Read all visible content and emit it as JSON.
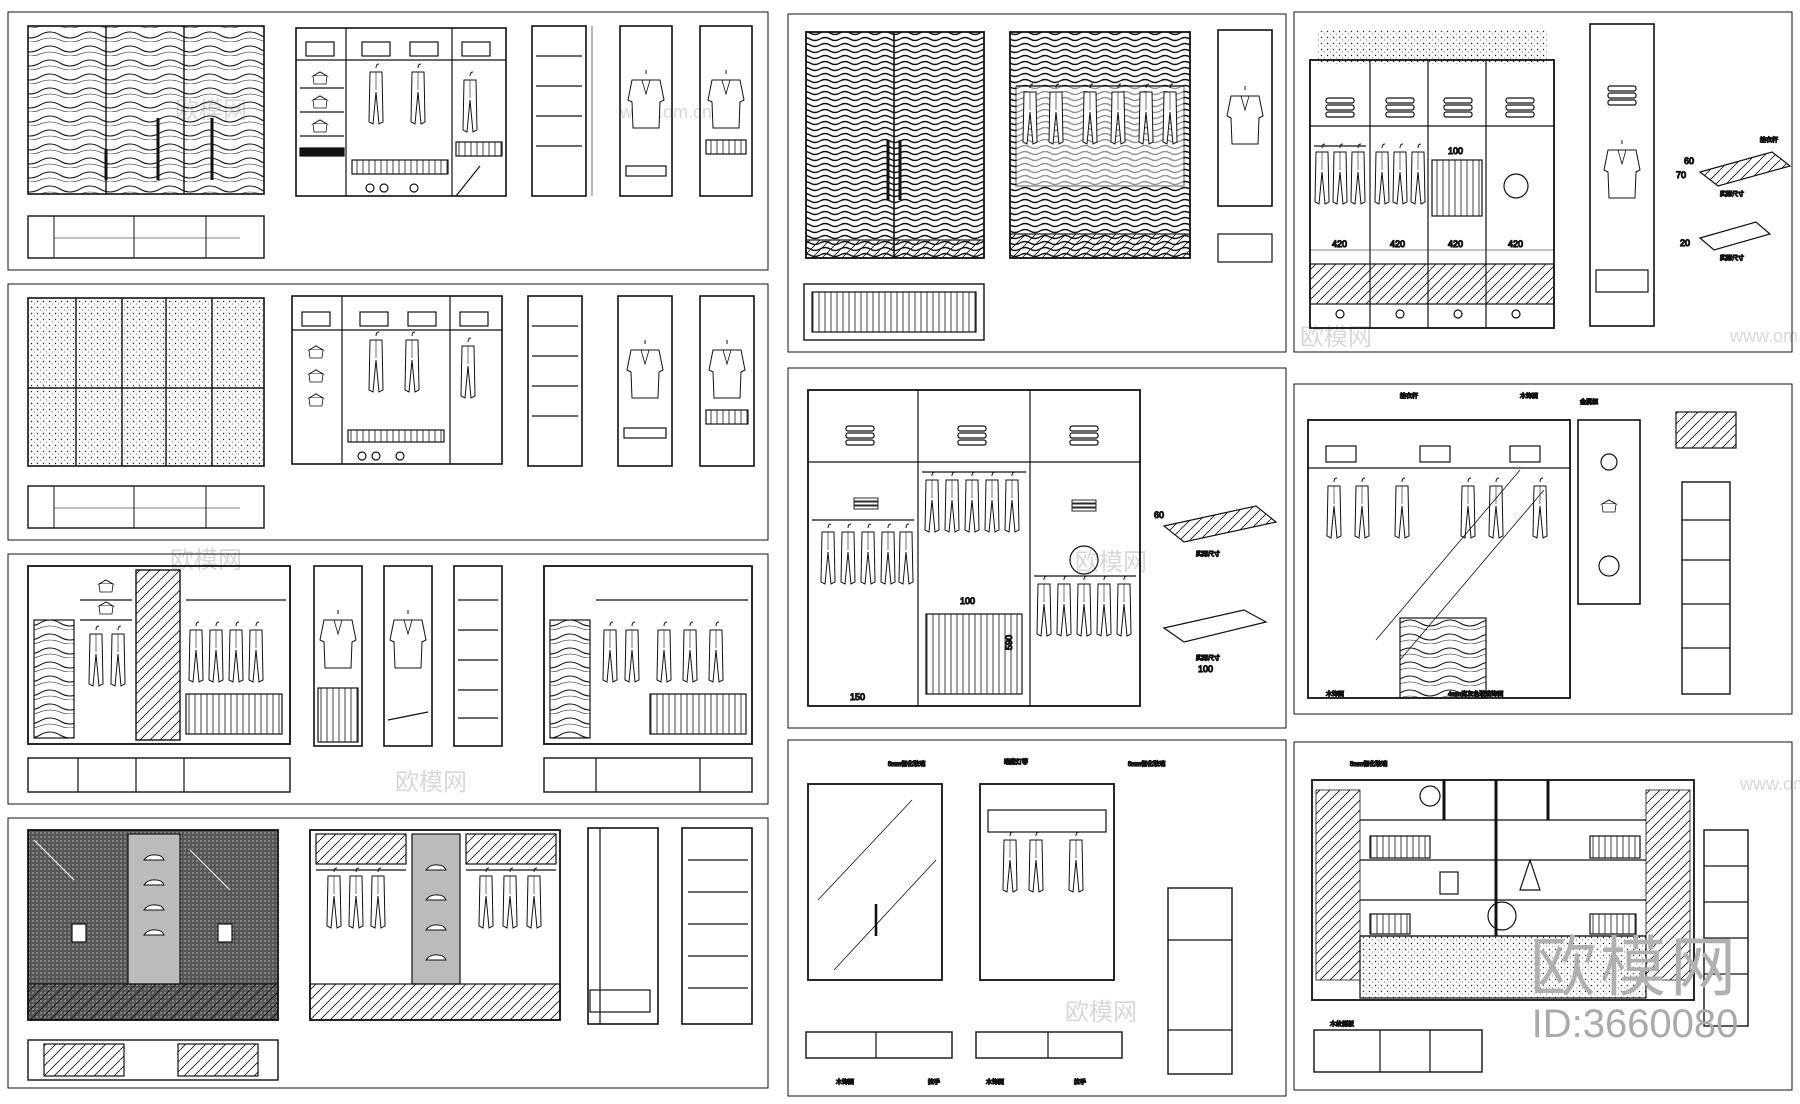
{
  "watermarks": {
    "brand": "欧模网",
    "id": "ID:3660080",
    "site": "www.om.cn"
  },
  "dims": {
    "width_420": "420",
    "width_100": "100",
    "width_150": "150",
    "height_590": "590",
    "d60": "60",
    "d70": "70",
    "d20": "20",
    "d100": "100"
  },
  "notes": {
    "drawer_actual": "实际尺寸",
    "hanging_rail": "挂衣杆",
    "board_5mm": "5mm钢化玻璃",
    "wood_board": "木饰面",
    "frame": "金属框",
    "glass_4mm": "4mm宽灰色玻璃饰面",
    "side_panel": "木纹侧板",
    "led": "暗藏灯带",
    "handle": "拉手"
  },
  "colors": {
    "line": "#111111",
    "background": "#ffffff",
    "watermark": "#d8d8d8"
  }
}
